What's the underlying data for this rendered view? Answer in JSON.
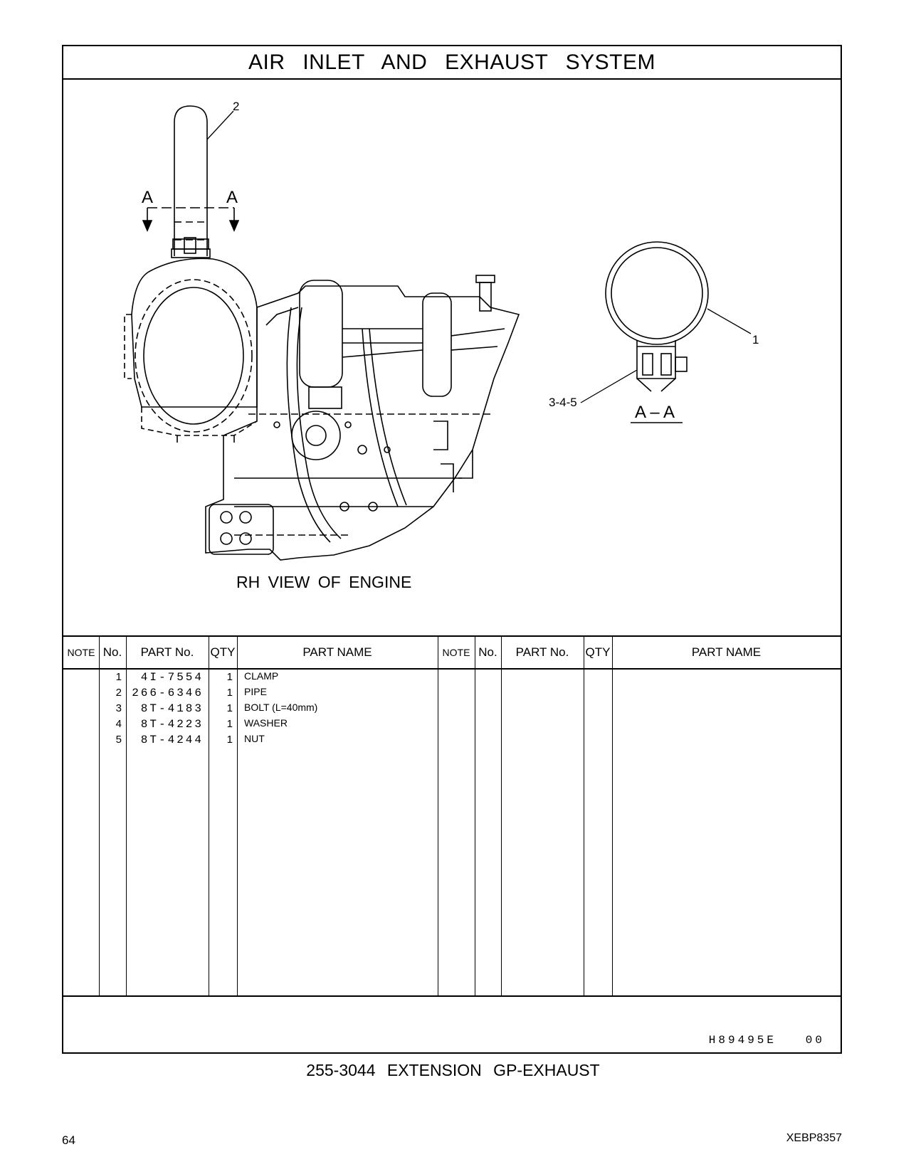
{
  "header": {
    "title": "AIR INLET AND EXHAUST SYSTEM"
  },
  "drawing": {
    "callout_pipe": "2",
    "section_marker_left": "A",
    "section_marker_right": "A",
    "callout_clamp": "1",
    "callout_bolt_group": "3-4-5",
    "section_label": "A – A",
    "view_label": "RH VIEW OF ENGINE"
  },
  "table": {
    "headers": [
      "NOTE",
      "No.",
      "PART No.",
      "QTY",
      "PART NAME",
      "NOTE",
      "No.",
      "PART No.",
      "QTY",
      "PART NAME"
    ],
    "rows": [
      {
        "no": "1",
        "part_no": "4I-7554",
        "qty": "1",
        "name": "CLAMP"
      },
      {
        "no": "2",
        "part_no": "266-6346",
        "qty": "1",
        "name": "PIPE"
      },
      {
        "no": "3",
        "part_no": "8T-4183",
        "qty": "1",
        "name": "BOLT (L=40mm)"
      },
      {
        "no": "4",
        "part_no": "8T-4223",
        "qty": "1",
        "name": "WASHER"
      },
      {
        "no": "5",
        "part_no": "8T-4244",
        "qty": "1",
        "name": "NUT"
      }
    ]
  },
  "footer": {
    "ref_code": "H89495E   00",
    "caption": "255-3044 EXTENSION GP-EXHAUST",
    "page_number": "64",
    "doc_id": "XEBP8357"
  }
}
